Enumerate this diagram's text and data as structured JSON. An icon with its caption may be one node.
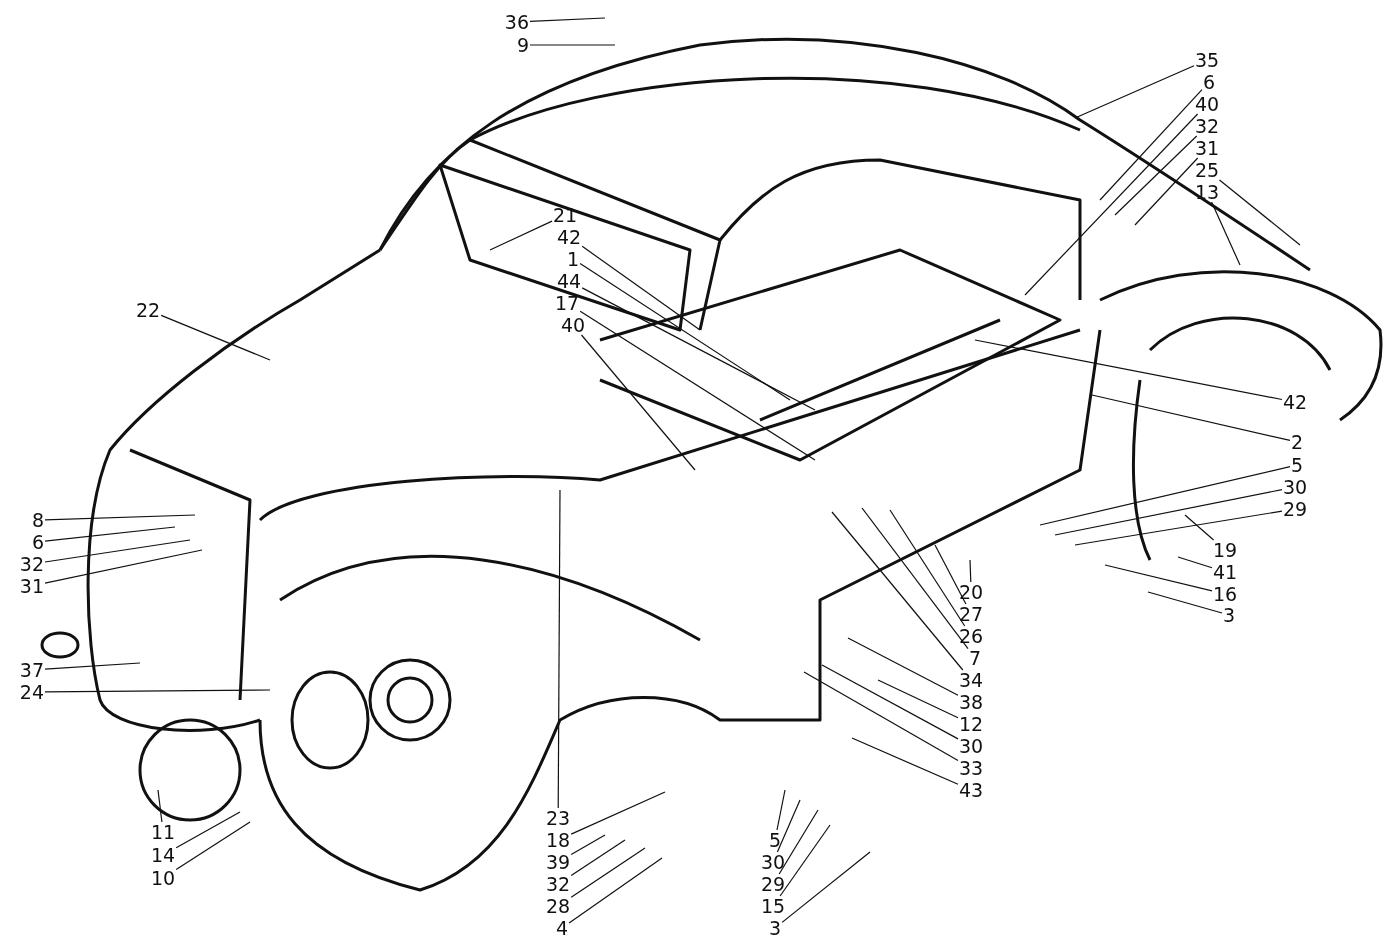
{
  "diagram": {
    "nodes": [
      {
        "text": [
          "36"
        ]
      },
      {
        "text": [
          "9"
        ]
      },
      {
        "text": [
          "35"
        ]
      },
      {
        "text": [
          "6"
        ]
      },
      {
        "text": [
          "40"
        ]
      },
      {
        "text": [
          "32"
        ]
      },
      {
        "text": [
          "31"
        ]
      },
      {
        "text": [
          "25"
        ]
      },
      {
        "text": [
          "13"
        ]
      },
      {
        "text": [
          "21"
        ]
      },
      {
        "text": [
          "42"
        ]
      },
      {
        "text": [
          "1"
        ]
      },
      {
        "text": [
          "44"
        ]
      },
      {
        "text": [
          "17"
        ]
      },
      {
        "text": [
          "40"
        ]
      },
      {
        "text": [
          "22"
        ]
      },
      {
        "text": [
          "42"
        ]
      },
      {
        "text": [
          "2"
        ]
      },
      {
        "text": [
          "5"
        ]
      },
      {
        "text": [
          "30"
        ]
      },
      {
        "text": [
          "29"
        ]
      },
      {
        "text": [
          "19"
        ]
      },
      {
        "text": [
          "41"
        ]
      },
      {
        "text": [
          "16"
        ]
      },
      {
        "text": [
          "3"
        ]
      },
      {
        "text": [
          "8"
        ]
      },
      {
        "text": [
          "6"
        ]
      },
      {
        "text": [
          "32"
        ]
      },
      {
        "text": [
          "31"
        ]
      },
      {
        "text": [
          "37"
        ]
      },
      {
        "text": [
          "24"
        ]
      },
      {
        "text": [
          "20"
        ]
      },
      {
        "text": [
          "27"
        ]
      },
      {
        "text": [
          "26"
        ]
      },
      {
        "text": [
          "7"
        ]
      },
      {
        "text": [
          "34"
        ]
      },
      {
        "text": [
          "38"
        ]
      },
      {
        "text": [
          "12"
        ]
      },
      {
        "text": [
          "30"
        ]
      },
      {
        "text": [
          "33"
        ]
      },
      {
        "text": [
          "43"
        ]
      },
      {
        "text": [
          "11"
        ]
      },
      {
        "text": [
          "14"
        ]
      },
      {
        "text": [
          "10"
        ]
      },
      {
        "text": [
          "23"
        ]
      },
      {
        "text": [
          "18"
        ]
      },
      {
        "text": [
          "39"
        ]
      },
      {
        "text": [
          "32"
        ]
      },
      {
        "text": [
          "28"
        ]
      },
      {
        "text": [
          "4"
        ]
      },
      {
        "text": [
          "5"
        ]
      },
      {
        "text": [
          "30"
        ]
      },
      {
        "text": [
          "29"
        ]
      },
      {
        "text": [
          "15"
        ]
      },
      {
        "text": [
          "3"
        ]
      }
    ],
    "edges": [
      {
        "from": 0,
        "to": null,
        "arrow": "none"
      },
      {
        "from": 1,
        "to": null,
        "arrow": "none"
      },
      {
        "from": 2,
        "to": null,
        "arrow": "none"
      },
      {
        "from": 3,
        "to": null,
        "arrow": "none"
      },
      {
        "from": 4,
        "to": null,
        "arrow": "none"
      },
      {
        "from": 5,
        "to": null,
        "arrow": "none"
      },
      {
        "from": 6,
        "to": null,
        "arrow": "none"
      },
      {
        "from": 7,
        "to": null,
        "arrow": "none"
      },
      {
        "from": 8,
        "to": null,
        "arrow": "none"
      },
      {
        "from": 9,
        "to": null,
        "arrow": "none"
      },
      {
        "from": 10,
        "to": null,
        "arrow": "none"
      },
      {
        "from": 11,
        "to": null,
        "arrow": "none"
      },
      {
        "from": 12,
        "to": null,
        "arrow": "none"
      },
      {
        "from": 13,
        "to": null,
        "arrow": "none"
      },
      {
        "from": 14,
        "to": null,
        "arrow": "none"
      },
      {
        "from": 15,
        "to": null,
        "arrow": "none"
      },
      {
        "from": 16,
        "to": null,
        "arrow": "none"
      },
      {
        "from": 17,
        "to": null,
        "arrow": "none"
      },
      {
        "from": 18,
        "to": null,
        "arrow": "none"
      },
      {
        "from": 19,
        "to": null,
        "arrow": "none"
      },
      {
        "from": 20,
        "to": null,
        "arrow": "none"
      },
      {
        "from": 21,
        "to": null,
        "arrow": "none"
      },
      {
        "from": 22,
        "to": null,
        "arrow": "none"
      },
      {
        "from": 23,
        "to": null,
        "arrow": "none"
      },
      {
        "from": 24,
        "to": null,
        "arrow": "none"
      },
      {
        "from": 25,
        "to": null,
        "arrow": "none"
      },
      {
        "from": 26,
        "to": null,
        "arrow": "none"
      },
      {
        "from": 27,
        "to": null,
        "arrow": "none"
      },
      {
        "from": 28,
        "to": null,
        "arrow": "none"
      },
      {
        "from": 29,
        "to": null,
        "arrow": "none"
      },
      {
        "from": 30,
        "to": null,
        "arrow": "none"
      },
      {
        "from": 31,
        "to": null,
        "arrow": "none"
      },
      {
        "from": 32,
        "to": null,
        "arrow": "none"
      },
      {
        "from": 33,
        "to": null,
        "arrow": "none"
      },
      {
        "from": 34,
        "to": null,
        "arrow": "none"
      },
      {
        "from": 35,
        "to": null,
        "arrow": "none"
      },
      {
        "from": 36,
        "to": null,
        "arrow": "none"
      },
      {
        "from": 37,
        "to": null,
        "arrow": "none"
      },
      {
        "from": 38,
        "to": null,
        "arrow": "none"
      },
      {
        "from": 39,
        "to": null,
        "arrow": "none"
      },
      {
        "from": 40,
        "to": null,
        "arrow": "none"
      },
      {
        "from": 41,
        "to": null,
        "arrow": "none"
      },
      {
        "from": 42,
        "to": null,
        "arrow": "none"
      },
      {
        "from": 43,
        "to": null,
        "arrow": "none"
      },
      {
        "from": 44,
        "to": null,
        "arrow": "none"
      },
      {
        "from": 45,
        "to": null,
        "arrow": "none"
      },
      {
        "from": 46,
        "to": null,
        "arrow": "none"
      },
      {
        "from": 47,
        "to": null,
        "arrow": "none"
      },
      {
        "from": 48,
        "to": null,
        "arrow": "none"
      },
      {
        "from": 49,
        "to": null,
        "arrow": "none"
      },
      {
        "from": 50,
        "to": null,
        "arrow": "none"
      },
      {
        "from": 51,
        "to": null,
        "arrow": "none"
      },
      {
        "from": 52,
        "to": null,
        "arrow": "none"
      },
      {
        "from": 53,
        "to": null,
        "arrow": "none"
      },
      {
        "from": 54,
        "to": null,
        "arrow": "none"
      }
    ]
  }
}
